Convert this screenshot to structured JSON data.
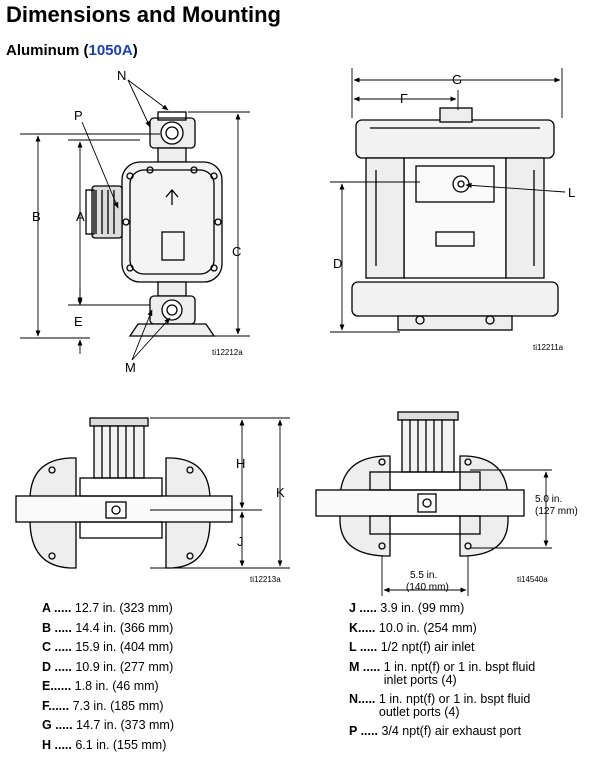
{
  "title": "Dimensions and Mounting",
  "subtitle": {
    "prefix": "Aluminum (",
    "model": "1050A",
    "suffix": ")"
  },
  "figure_ids": {
    "side": "ti12212a",
    "front": "ti12211a",
    "top": "ti12213a",
    "top2": "ti14540a"
  },
  "figure_labels": {
    "side": {
      "B": "B",
      "A": "A",
      "C": "C",
      "E": "E",
      "N": "N",
      "P": "P",
      "M": "M"
    },
    "front": {
      "G": "G",
      "F": "F",
      "D": "D",
      "L": "L"
    },
    "top": {
      "H": "H",
      "J": "J",
      "K": "K"
    },
    "top2": {
      "h1": "5.0 in.",
      "h2": "(127 mm)",
      "w1": "5.5 in.",
      "w2": "(140 mm)"
    }
  },
  "legend_left": [
    {
      "key": "A",
      "dots": "A .....",
      "text": "12.7 in. (323 mm)"
    },
    {
      "key": "B",
      "dots": "B .....",
      "text": "14.4 in. (366 mm)"
    },
    {
      "key": "C",
      "dots": "C .....",
      "text": "15.9 in. (404 mm)"
    },
    {
      "key": "D",
      "dots": "D .....",
      "text": "10.9 in. (277 mm)"
    },
    {
      "key": "E",
      "dots": "E......",
      "text": "1.8 in. (46 mm)"
    },
    {
      "key": "F",
      "dots": "F......",
      "text": "7.3 in. (185 mm)"
    },
    {
      "key": "G",
      "dots": "G .....",
      "text": "14.7 in. (373 mm)"
    },
    {
      "key": "H",
      "dots": "H .....",
      "text": "6.1 in. (155 mm)"
    }
  ],
  "legend_right": [
    {
      "key": "J",
      "dots": "J .....",
      "line1": "3.9 in. (99 mm)",
      "line2": ""
    },
    {
      "key": "K",
      "dots": "K.....",
      "line1": "10.0 in. (254 mm)",
      "line2": ""
    },
    {
      "key": "L",
      "dots": "L .....",
      "line1": "1/2 npt(f) air inlet",
      "line2": ""
    },
    {
      "key": "M",
      "dots": "M .....",
      "line1": "1 in. npt(f) or 1 in. bspt fluid",
      "line2": "inlet ports (4)"
    },
    {
      "key": "N",
      "dots": "N.....",
      "line1": "1 in. npt(f) or 1 in. bspt fluid",
      "line2": "outlet ports (4)"
    },
    {
      "key": "P",
      "dots": "P .....",
      "line1": "3/4 npt(f) air exhaust port",
      "line2": ""
    }
  ]
}
